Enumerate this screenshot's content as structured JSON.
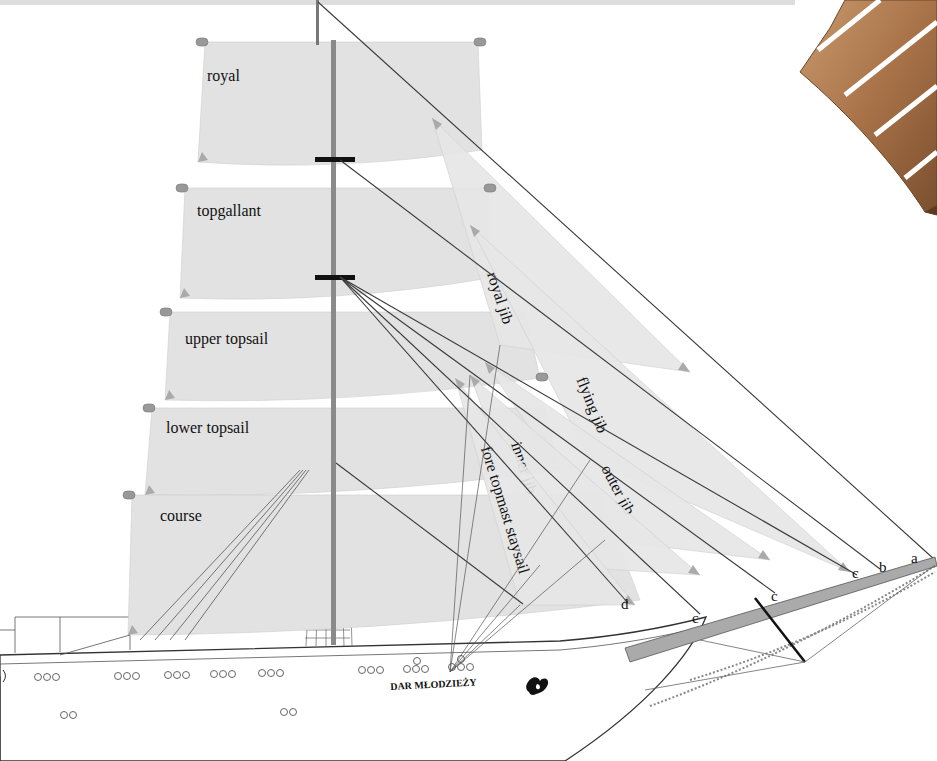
{
  "diagram": {
    "nodes": [
      {
        "text": [
          "royal"
        ]
      },
      {
        "text": [
          "topgallant"
        ]
      },
      {
        "text": [
          "upper topsail"
        ]
      },
      {
        "text": [
          "lower topsail"
        ]
      },
      {
        "text": [
          "course"
        ]
      },
      {
        "text": [
          "royal jib"
        ]
      },
      {
        "text": [
          "flying jib"
        ]
      },
      {
        "text": [
          "outer jib"
        ]
      },
      {
        "text": [
          "inner jib"
        ]
      },
      {
        "text": [
          "fore topmast staysail"
        ]
      }
    ],
    "labels": [
      "a",
      "b",
      "c",
      "c",
      "c",
      "d",
      "DAR MŁODZIEŻY"
    ]
  }
}
